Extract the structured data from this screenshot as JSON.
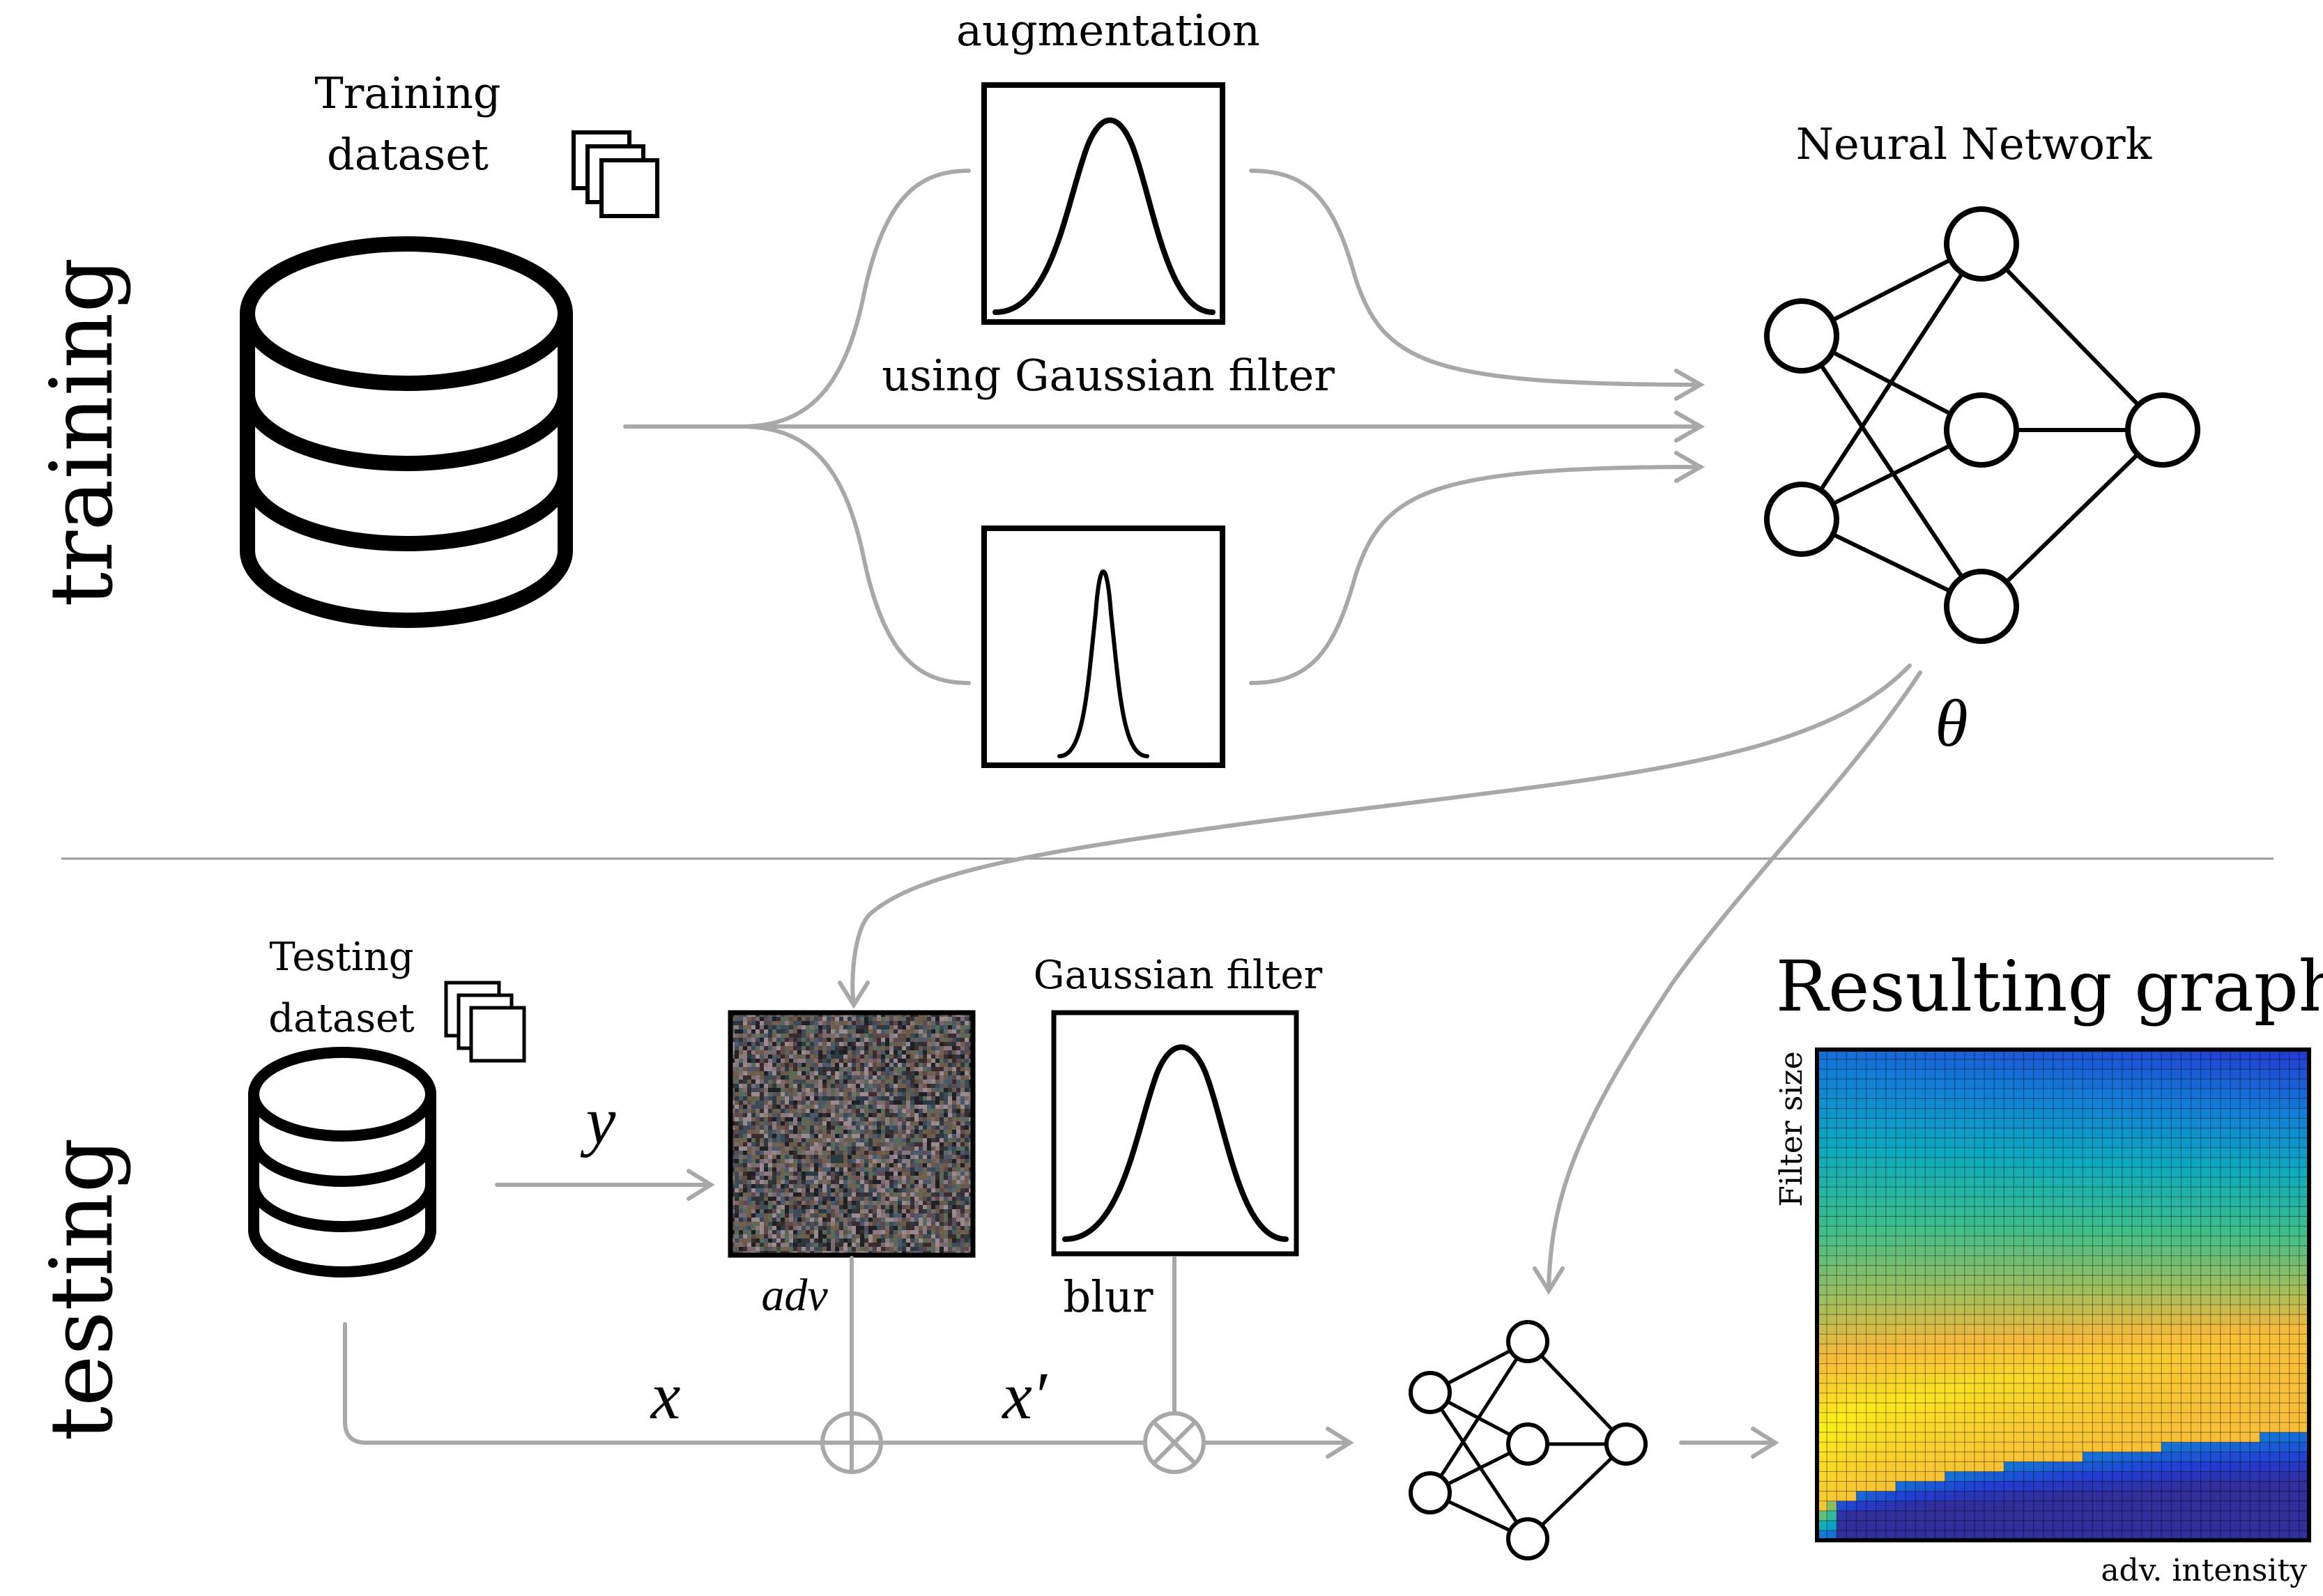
{
  "sections": {
    "training": "training",
    "testing": "testing"
  },
  "training": {
    "dataset_label_line1": "Training",
    "dataset_label_line2": "dataset",
    "augmentation_label": "augmentation",
    "filter_label": "using Gaussian filter",
    "network_label": "Neural Network",
    "theta_label": "θ"
  },
  "testing": {
    "dataset_label_line1": "Testing",
    "dataset_label_line2": "dataset",
    "y_label": "y",
    "adv_label": "adv",
    "gaussian_filter_label": "Gaussian filter",
    "blur_label": "blur",
    "x_label": "x",
    "x_prime_label": "x′",
    "plus_symbol": "⊕",
    "times_symbol": "⊗"
  },
  "result": {
    "title": "Resulting graph",
    "x_axis_label": "adv. intensity",
    "y_axis_label": "Filter size",
    "colormap": "parula",
    "grid": true
  },
  "colors": {
    "arrow_gray": "#a8a8a8",
    "divider_gray": "#9a9a9a",
    "ink": "#000000"
  }
}
